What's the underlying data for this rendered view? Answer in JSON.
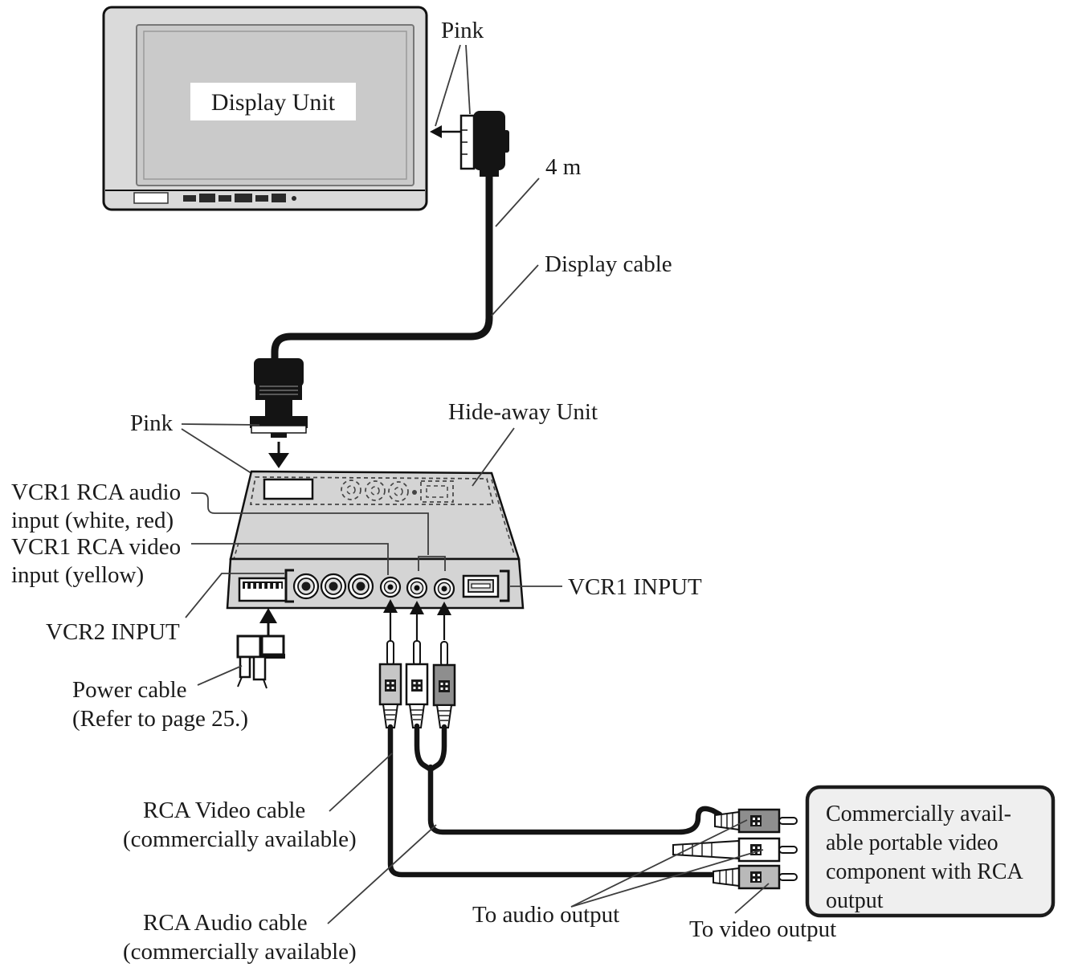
{
  "labels": {
    "display_unit": "Display Unit",
    "pink_top": "Pink",
    "cable_length": "4 m",
    "display_cable": "Display cable",
    "pink_bottom": "Pink",
    "hideaway_unit": "Hide-away Unit",
    "vcr1_audio_1": "VCR1 RCA audio",
    "vcr1_audio_2": "input (white, red)",
    "vcr1_video_1": "VCR1 RCA video",
    "vcr1_video_2": "input (yellow)",
    "vcr2_input": "VCR2 INPUT",
    "vcr1_input": "VCR1 INPUT",
    "power_cable_1": "Power cable",
    "power_cable_2": "(Refer to page 25.)",
    "rca_video_1": "RCA Video cable",
    "rca_video_2": "(commercially available)",
    "rca_audio_1": "RCA Audio cable",
    "rca_audio_2": "(commercially available)",
    "to_audio_output": "To audio output",
    "to_video_output": "To video output",
    "component_box_1": "Commercially avail-",
    "component_box_2": "able portable video",
    "component_box_3": "component with RCA",
    "component_box_4": "output"
  },
  "colors": {
    "ink": "#1a1a1a",
    "unit_fill": "#d4d4d4",
    "screen_fill": "#c9c9c9",
    "rca_yellow_plug_gray": "#c6c6c6",
    "rca_white_plug": "#ffffff",
    "rca_red_plug_gray": "#8e8e8e",
    "component_box_fill": "#efefef"
  }
}
